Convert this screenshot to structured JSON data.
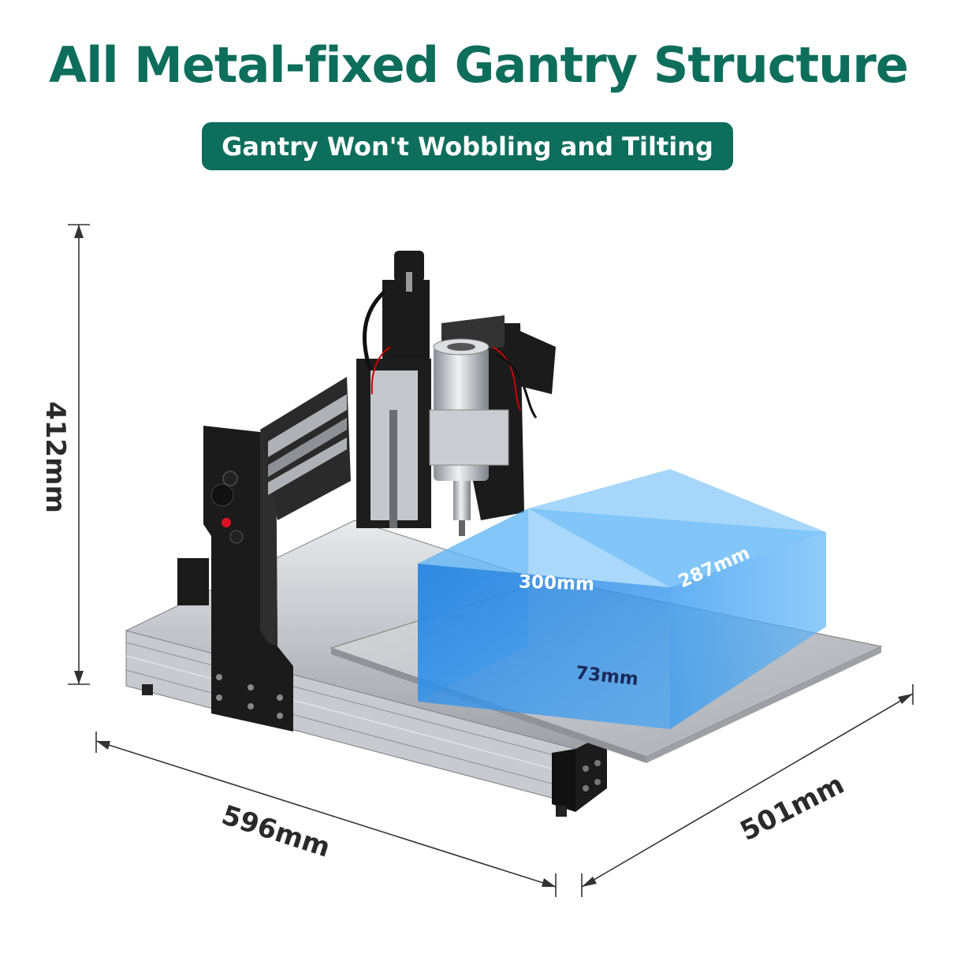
{
  "headline": "All Metal-fixed Gantry Structure",
  "subheadline": "Gantry Won't Wobbling and Tilting",
  "colors": {
    "brand_green": "#0e6e5c",
    "work_volume_blue": "#1e90ff",
    "aluminum": "#c9ccd0",
    "black_part": "#1b1b1b"
  },
  "dimensions": {
    "height": "412mm",
    "length": "596mm",
    "width": "501mm"
  },
  "work_volume": {
    "x": "300mm",
    "y": "287mm",
    "z": "73mm"
  }
}
